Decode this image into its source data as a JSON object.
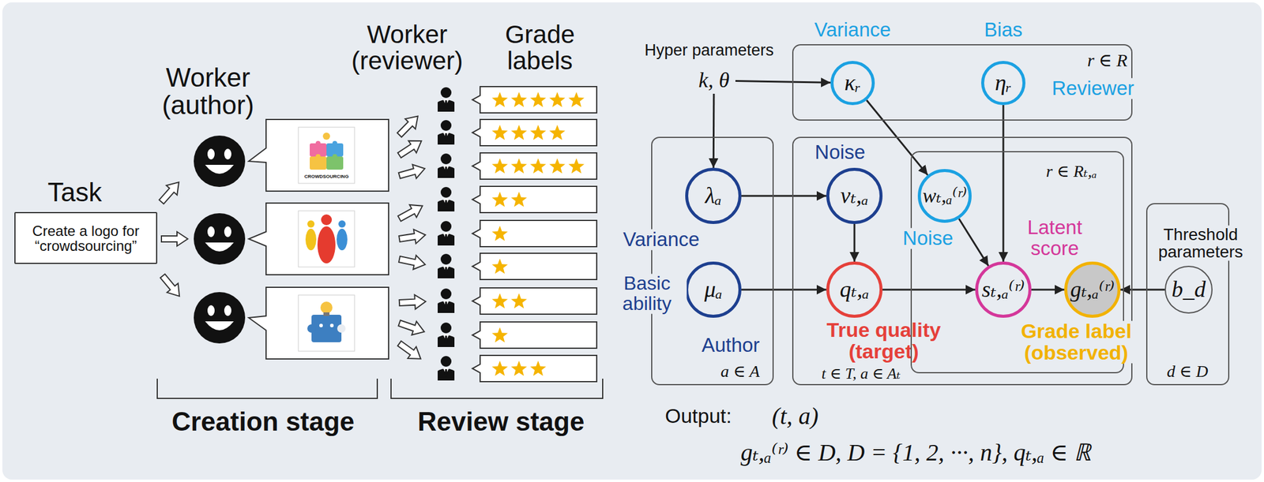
{
  "diagram": {
    "nodes": [
      {
        "text": [
          "Task",
          "Create a logo for “crowdsourcing”"
        ]
      },
      {
        "text": [
          "Hyper parameters",
          "k, θ"
        ]
      },
      {
        "text": [
          "r ∈ R",
          "Reviewer"
        ]
      },
      {
        "text": [
          "κᵣ",
          "Variance"
        ],
        "in": 2
      },
      {
        "text": [
          "ηᵣ",
          "Bias"
        ],
        "in": 2
      },
      {
        "text": [
          "a ∈ A",
          "Author"
        ]
      },
      {
        "text": [
          "λₐ",
          "Variance"
        ],
        "in": 5
      },
      {
        "text": [
          "μₐ",
          "Basic ability"
        ],
        "in": 5
      },
      {
        "text": [
          "t ∈ T, a ∈ Aₜ"
        ]
      },
      {
        "text": [
          "vₜ,ₐ",
          "Noise"
        ],
        "in": 8
      },
      {
        "text": [
          "qₜ,ₐ",
          "True quality (target)"
        ],
        "in": 8
      },
      {
        "text": [
          "r ∈ Rₜ,ₐ"
        ],
        "in": 8
      },
      {
        "text": [
          "wₜ,ₐ⁽ʳ⁾",
          "Noise"
        ],
        "in": 11
      },
      {
        "text": [
          "sₜ,ₐ⁽ʳ⁾",
          "Latent score"
        ],
        "in": 11
      },
      {
        "text": [
          "gₜ,ₐ⁽ʳ⁾",
          "Grade label (observed)"
        ],
        "in": 11
      },
      {
        "text": [
          "d ∈ D"
        ]
      },
      {
        "text": [
          "b_d",
          "Threshold parameters"
        ],
        "in": 15
      }
    ],
    "edges": [
      {
        "from": 1,
        "to": 3,
        "arrow": "to"
      },
      {
        "from": 1,
        "to": 6,
        "arrow": "to"
      },
      {
        "from": 3,
        "to": 12,
        "arrow": "to"
      },
      {
        "from": 4,
        "to": 13,
        "arrow": "to"
      },
      {
        "from": 6,
        "to": 9,
        "arrow": "to"
      },
      {
        "from": 9,
        "to": 10,
        "arrow": "to"
      },
      {
        "from": 7,
        "to": 10,
        "arrow": "to"
      },
      {
        "from": 10,
        "to": 13,
        "arrow": "to"
      },
      {
        "from": 12,
        "to": 13,
        "arrow": "to"
      },
      {
        "from": 13,
        "to": 14,
        "arrow": "to"
      },
      {
        "from": 16,
        "to": 14,
        "arrow": "to"
      }
    ],
    "labels": [
      "Worker (author)",
      "Worker (reviewer)",
      "Grade labels",
      "Creation stage",
      "Review stage",
      "Output:",
      "(t, a)",
      "gₜ,ₐ⁽ʳ⁾ ∈ D, D = {1, 2, ···, n}, qₜ,ₐ ∈ ℝ",
      "CROWDSOURCING"
    ]
  }
}
